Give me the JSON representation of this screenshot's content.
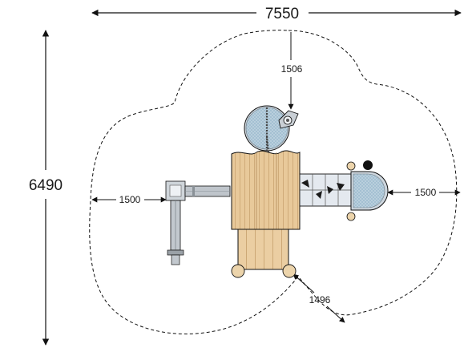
{
  "plan": {
    "overall_width_label": "7550",
    "overall_depth_label": "6490",
    "clearance_left_label": "1500",
    "clearance_right_label": "1500",
    "clearance_top_label": "1506",
    "clearance_bottom_label": "1496"
  },
  "colors": {
    "line": "#111111",
    "wood": "#e8c99a",
    "wood_dark": "#c9a471",
    "steel": "#b8bec4",
    "steel_dark": "#7f868c",
    "panel": "#dfe6ee",
    "net": "#a9c3d6"
  }
}
